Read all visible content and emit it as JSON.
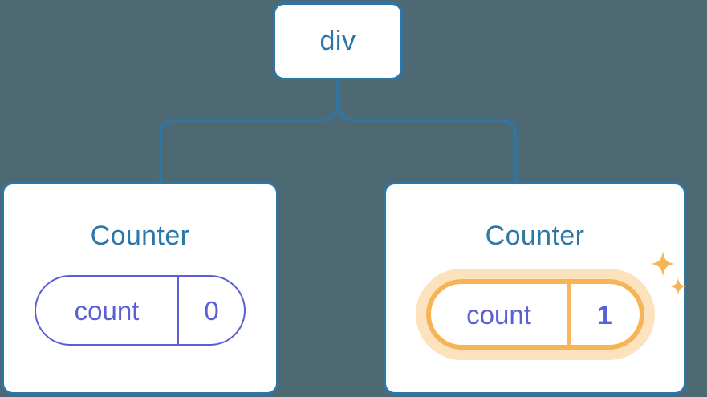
{
  "diagram": {
    "background_color": "#4d6974",
    "node_border_color": "#2d77a8",
    "pill_color": "#5b5fd6",
    "highlight_color": "#f5b556",
    "highlight_glow_color": "#fce3bd",
    "root": {
      "label": "div"
    },
    "children": [
      {
        "title": "Counter",
        "state_key": "count",
        "state_value": "0",
        "highlighted": "false"
      },
      {
        "title": "Counter",
        "state_key": "count",
        "state_value": "1",
        "highlighted": "true"
      }
    ],
    "icons": {
      "sparkle_large": "sparkle-icon",
      "sparkle_small": "sparkle-icon"
    }
  }
}
